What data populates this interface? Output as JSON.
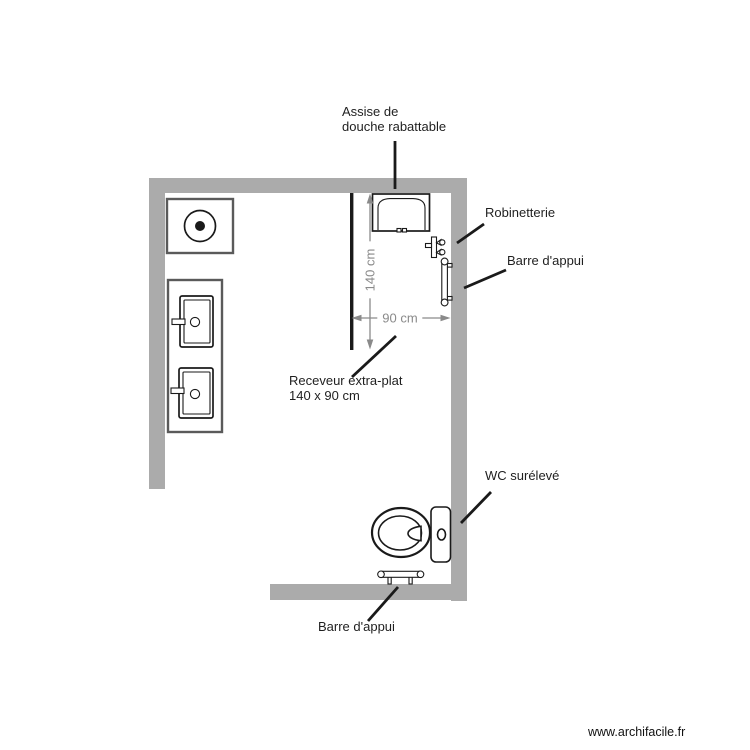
{
  "labels": {
    "shower_seat_line1": "Assise de",
    "shower_seat_line2": "douche rabattable",
    "faucet": "Robinetterie",
    "grab_bar_right": "Barre d'appui",
    "shower_tray_line1": "Receveur extra-plat",
    "shower_tray_line2": "140 x 90 cm",
    "toilet": "WC surélevé",
    "grab_bar_bottom": "Barre d'appui"
  },
  "dimensions": {
    "height": "140 cm",
    "width": "90 cm"
  },
  "watermark": "www.archifacile.fr",
  "colors": {
    "wall": "#ababab",
    "dimension": "#8a8a8a",
    "outline": "#1a1a1a",
    "fixture-border": "#5a5a5a",
    "label": "#1f1f1f",
    "background": "#ffffff"
  }
}
